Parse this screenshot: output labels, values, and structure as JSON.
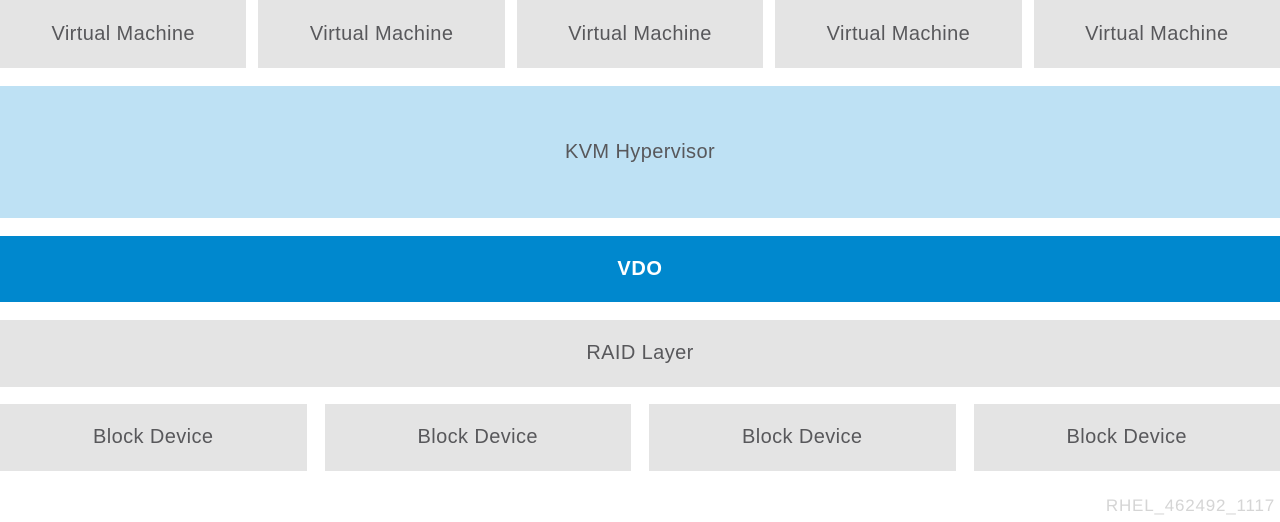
{
  "diagram": {
    "vm_row": {
      "items": [
        {
          "label": "Virtual Machine"
        },
        {
          "label": "Virtual Machine"
        },
        {
          "label": "Virtual Machine"
        },
        {
          "label": "Virtual Machine"
        },
        {
          "label": "Virtual Machine"
        }
      ]
    },
    "hypervisor": {
      "label": "KVM Hypervisor"
    },
    "vdo": {
      "label": "VDO"
    },
    "raid": {
      "label": "RAID Layer"
    },
    "block_row": {
      "items": [
        {
          "label": "Block Device"
        },
        {
          "label": "Block Device"
        },
        {
          "label": "Block Device"
        },
        {
          "label": "Block Device"
        }
      ]
    },
    "watermark": "RHEL_462492_1117"
  },
  "colors": {
    "box_gray": "#e4e4e4",
    "light_blue": "#bee1f4",
    "brand_blue": "#0088ce",
    "text_gray": "#58585b",
    "watermark_gray": "#d5d5d5"
  }
}
